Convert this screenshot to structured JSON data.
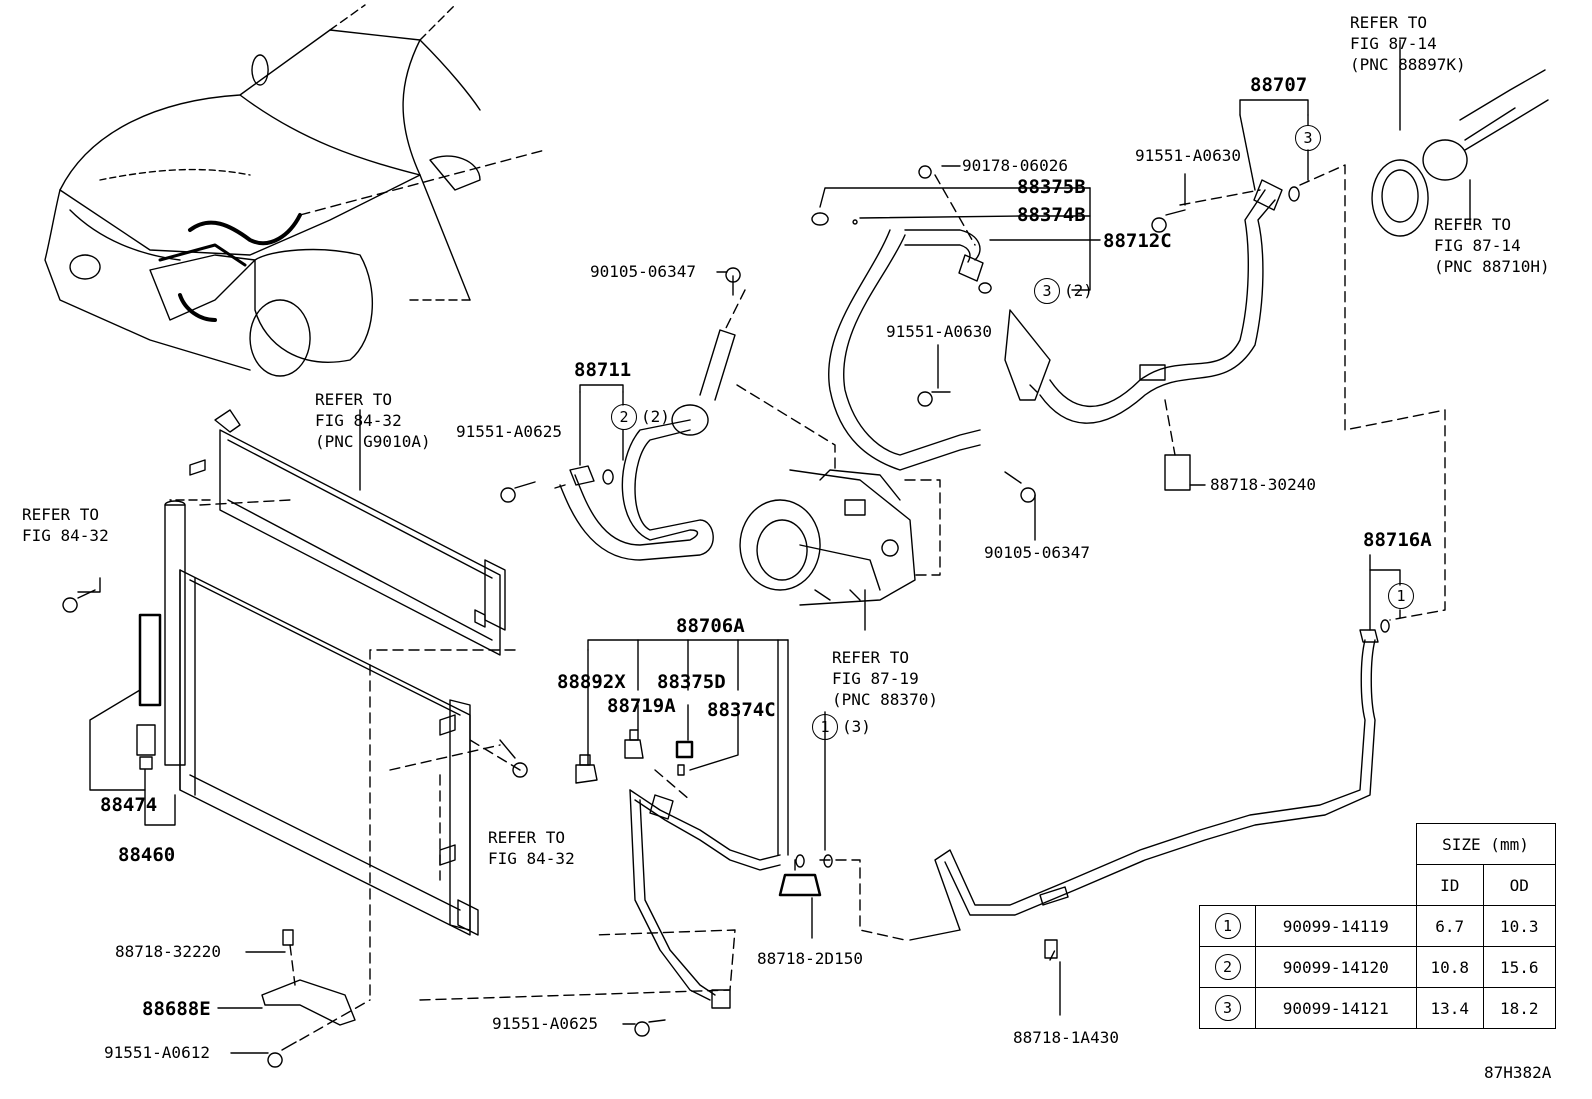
{
  "callouts": {
    "p88707": "88707",
    "p88375B": "88375B",
    "p88374B": "88374B",
    "p88712C": "88712C",
    "p90178": "90178-06026",
    "p91551_a0630_top": "91551-A0630",
    "p91551_a0630_mid": "91551-A0630",
    "p90105_top": "90105-06347",
    "p90105_right": "90105-06347",
    "p88711": "88711",
    "p91551_a0625_left": "91551-A0625",
    "p91551_a0625_bottom": "91551-A0625",
    "p88718_30240": "88718-30240",
    "p88716A": "88716A",
    "p88706A": "88706A",
    "p88892X": "88892X",
    "p88375D": "88375D",
    "p88719A": "88719A",
    "p88374C": "88374C",
    "p88474": "88474",
    "p88460": "88460",
    "p88718_32220": "88718-32220",
    "p88688E": "88688E",
    "p91551_a0612": "91551-A0612",
    "p88718_2D150": "88718-2D150",
    "p88718_1A430": "88718-1A430",
    "fig_code": "87H382A"
  },
  "oring_marks": {
    "m3_top": "3",
    "m3_mid": "3",
    "m3_mid_qty": "(2)",
    "m2_left": "2",
    "m2_left_qty": "(2)",
    "m1_right": "1",
    "m1_center": "1",
    "m1_center_qty": "(3)"
  },
  "refer_notes": {
    "top_right_1": "REFER TO\nFIG 87-14\n(PNC 88897K)",
    "top_right_2": "REFER TO\nFIG 87-14\n(PNC 88710H)",
    "condenser": "REFER TO\nFIG 84-32\n(PNC G9010A)",
    "left": "REFER TO\nFIG 84-32",
    "mid": "REFER TO\nFIG 84-32",
    "compressor": "REFER TO\nFIG 87-19\n(PNC 88370)"
  },
  "size_table": {
    "header": "SIZE (mm)",
    "col_id": "ID",
    "col_od": "OD",
    "rows": [
      {
        "mark": "1",
        "part": "90099-14119",
        "id": "6.7",
        "od": "10.3"
      },
      {
        "mark": "2",
        "part": "90099-14120",
        "id": "10.8",
        "od": "15.6"
      },
      {
        "mark": "3",
        "part": "90099-14121",
        "id": "13.4",
        "od": "18.2"
      }
    ]
  }
}
